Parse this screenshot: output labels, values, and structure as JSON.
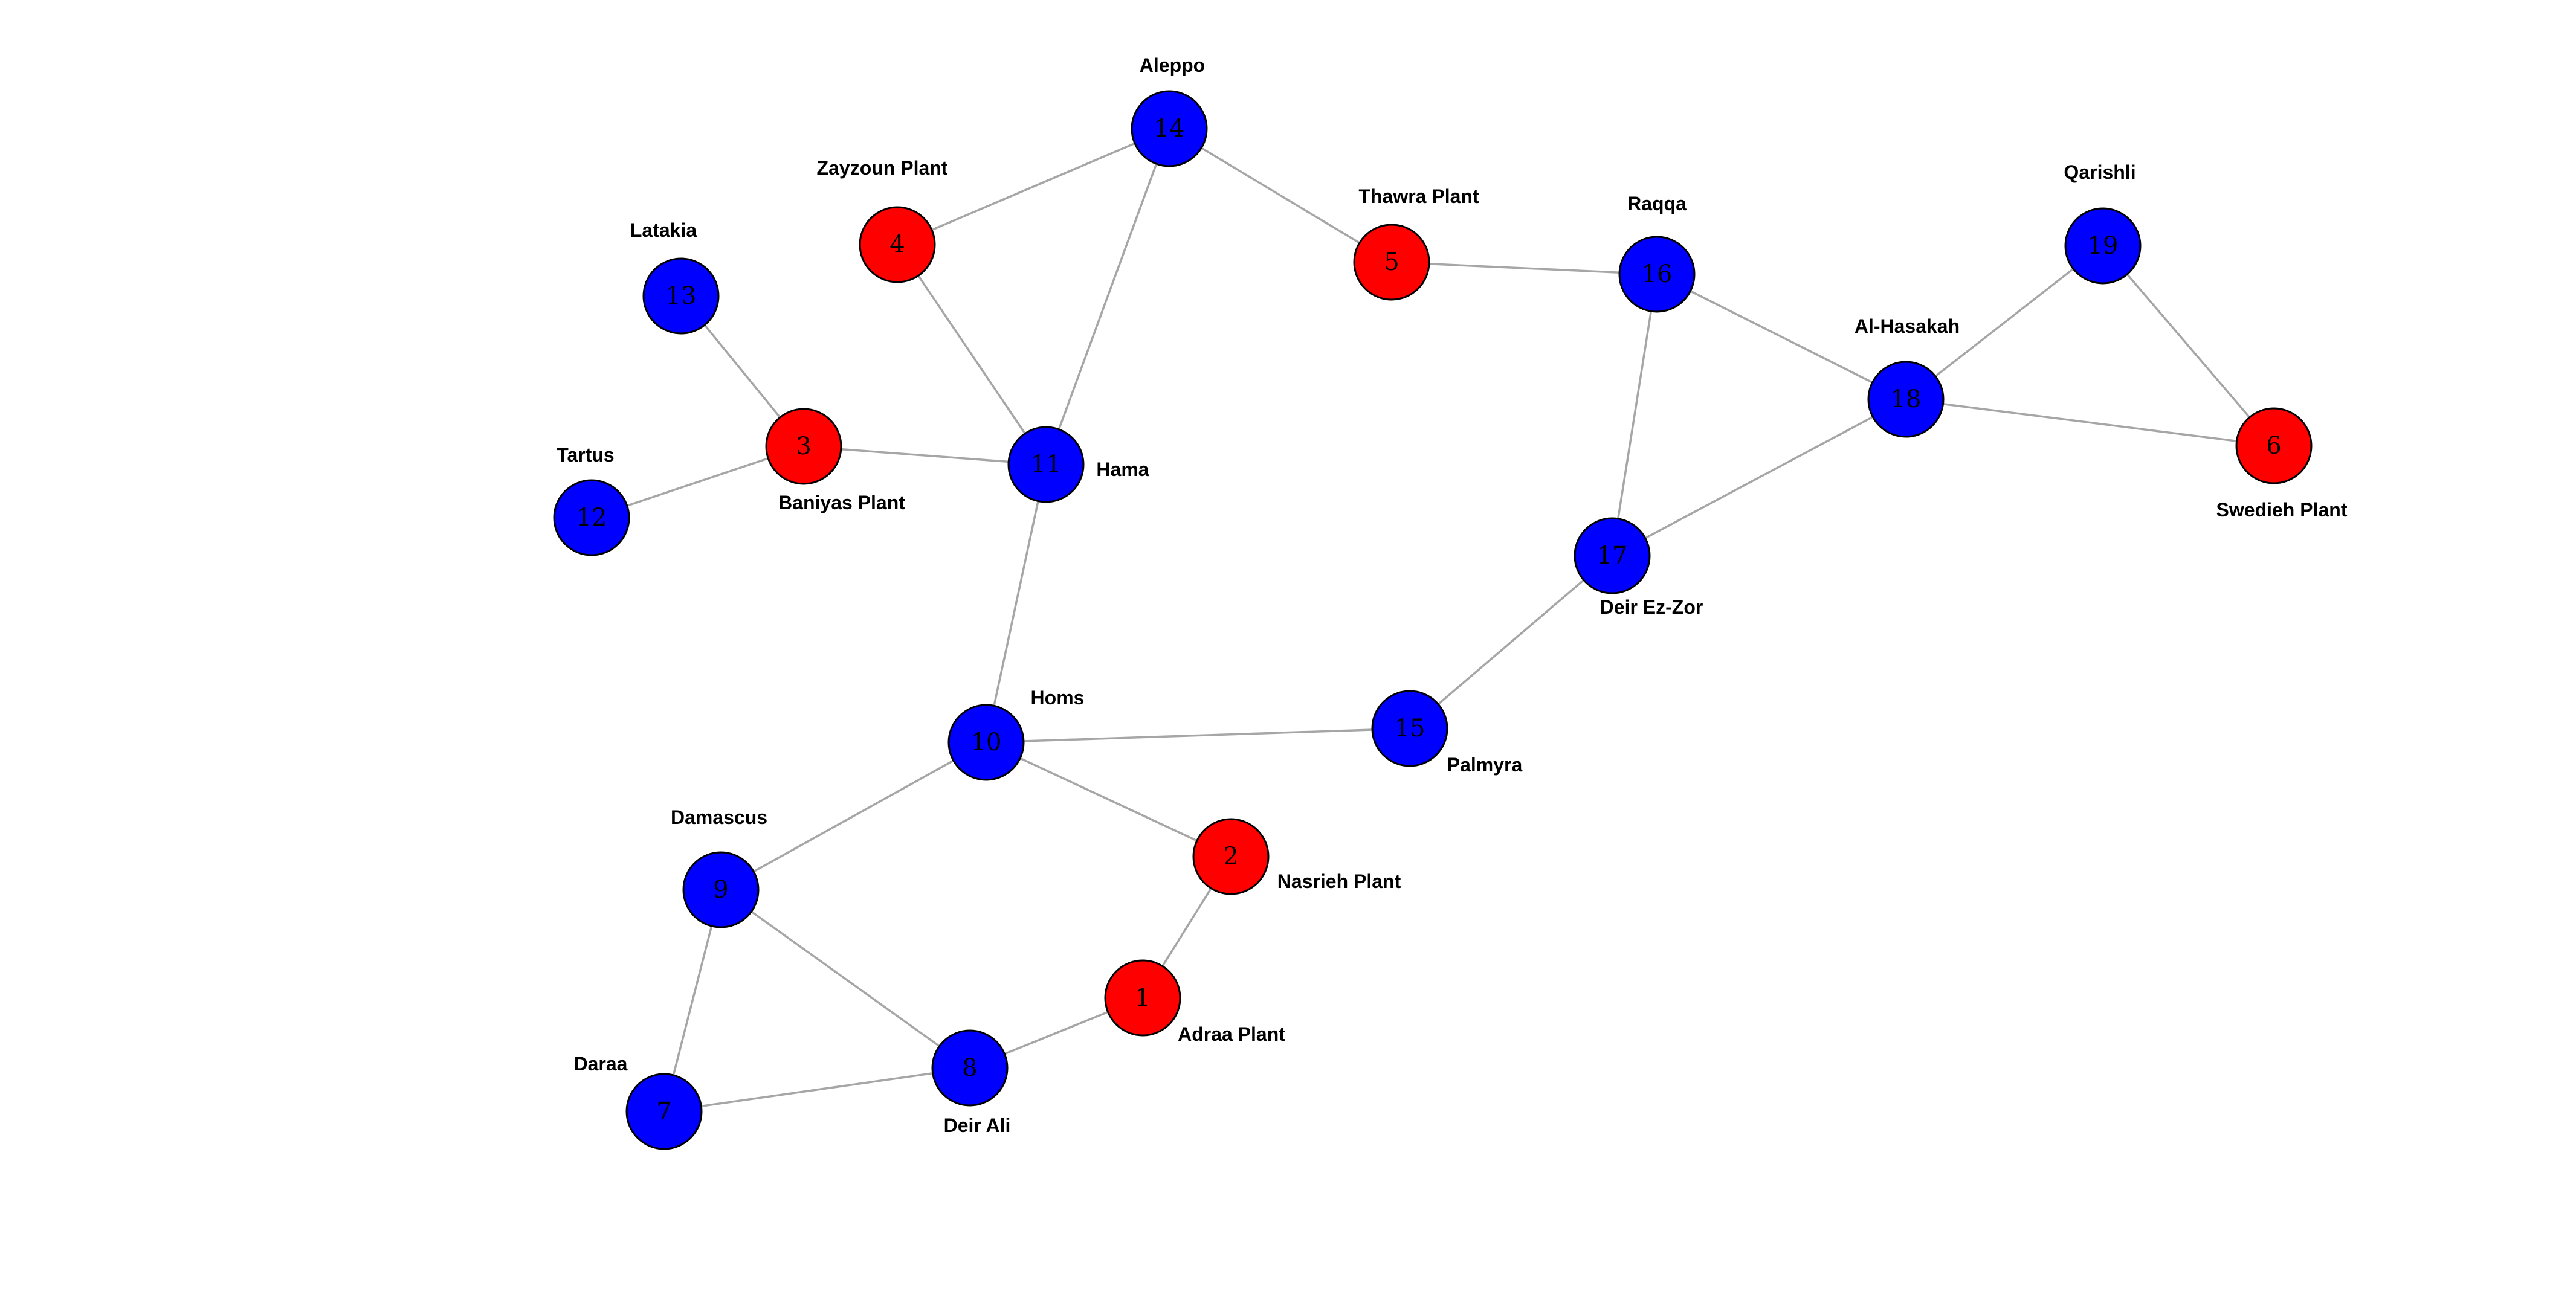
{
  "colors": {
    "city": "#0000ff",
    "plant": "#ff0000",
    "edge": "#a6a6a6",
    "background": "#ffffff"
  },
  "nodes": [
    {
      "id": "1",
      "label": "Adraa Plant",
      "kind": "plant"
    },
    {
      "id": "2",
      "label": "Nasrieh Plant",
      "kind": "plant"
    },
    {
      "id": "3",
      "label": "Baniyas Plant",
      "kind": "plant"
    },
    {
      "id": "4",
      "label": "Zayzoun Plant",
      "kind": "plant"
    },
    {
      "id": "5",
      "label": "Thawra Plant",
      "kind": "plant"
    },
    {
      "id": "6",
      "label": "Swedieh Plant",
      "kind": "plant",
      "no_outline": true
    },
    {
      "id": "7",
      "label": "Daraa",
      "kind": "city"
    },
    {
      "id": "8",
      "label": "Deir Ali",
      "kind": "city"
    },
    {
      "id": "9",
      "label": "Damascus",
      "kind": "city"
    },
    {
      "id": "10",
      "label": "Homs",
      "kind": "city"
    },
    {
      "id": "11",
      "label": "Hama",
      "kind": "city"
    },
    {
      "id": "12",
      "label": "Tartus",
      "kind": "city"
    },
    {
      "id": "13",
      "label": "Latakia",
      "kind": "city"
    },
    {
      "id": "14",
      "label": "Aleppo",
      "kind": "city"
    },
    {
      "id": "15",
      "label": "Palmyra",
      "kind": "city"
    },
    {
      "id": "16",
      "label": "Raqqa",
      "kind": "city"
    },
    {
      "id": "17",
      "label": "Deir Ez-Zor",
      "kind": "city"
    },
    {
      "id": "18",
      "label": "Al-Hasakah",
      "kind": "city"
    },
    {
      "id": "19",
      "label": "Qarishli",
      "kind": "city"
    }
  ],
  "edges": [
    [
      "13",
      "3"
    ],
    [
      "3",
      "12"
    ],
    [
      "3",
      "11"
    ],
    [
      "4",
      "14"
    ],
    [
      "4",
      "11"
    ],
    [
      "14",
      "11"
    ],
    [
      "14",
      "5"
    ],
    [
      "5",
      "16"
    ],
    [
      "16",
      "18"
    ],
    [
      "16",
      "17"
    ],
    [
      "17",
      "18"
    ],
    [
      "18",
      "19"
    ],
    [
      "18",
      "6"
    ],
    [
      "19",
      "6"
    ],
    [
      "11",
      "10"
    ],
    [
      "10",
      "15"
    ],
    [
      "15",
      "17"
    ],
    [
      "10",
      "9"
    ],
    [
      "10",
      "2"
    ],
    [
      "2",
      "1"
    ],
    [
      "1",
      "8"
    ],
    [
      "9",
      "8"
    ],
    [
      "9",
      "7"
    ],
    [
      "7",
      "8"
    ]
  ]
}
